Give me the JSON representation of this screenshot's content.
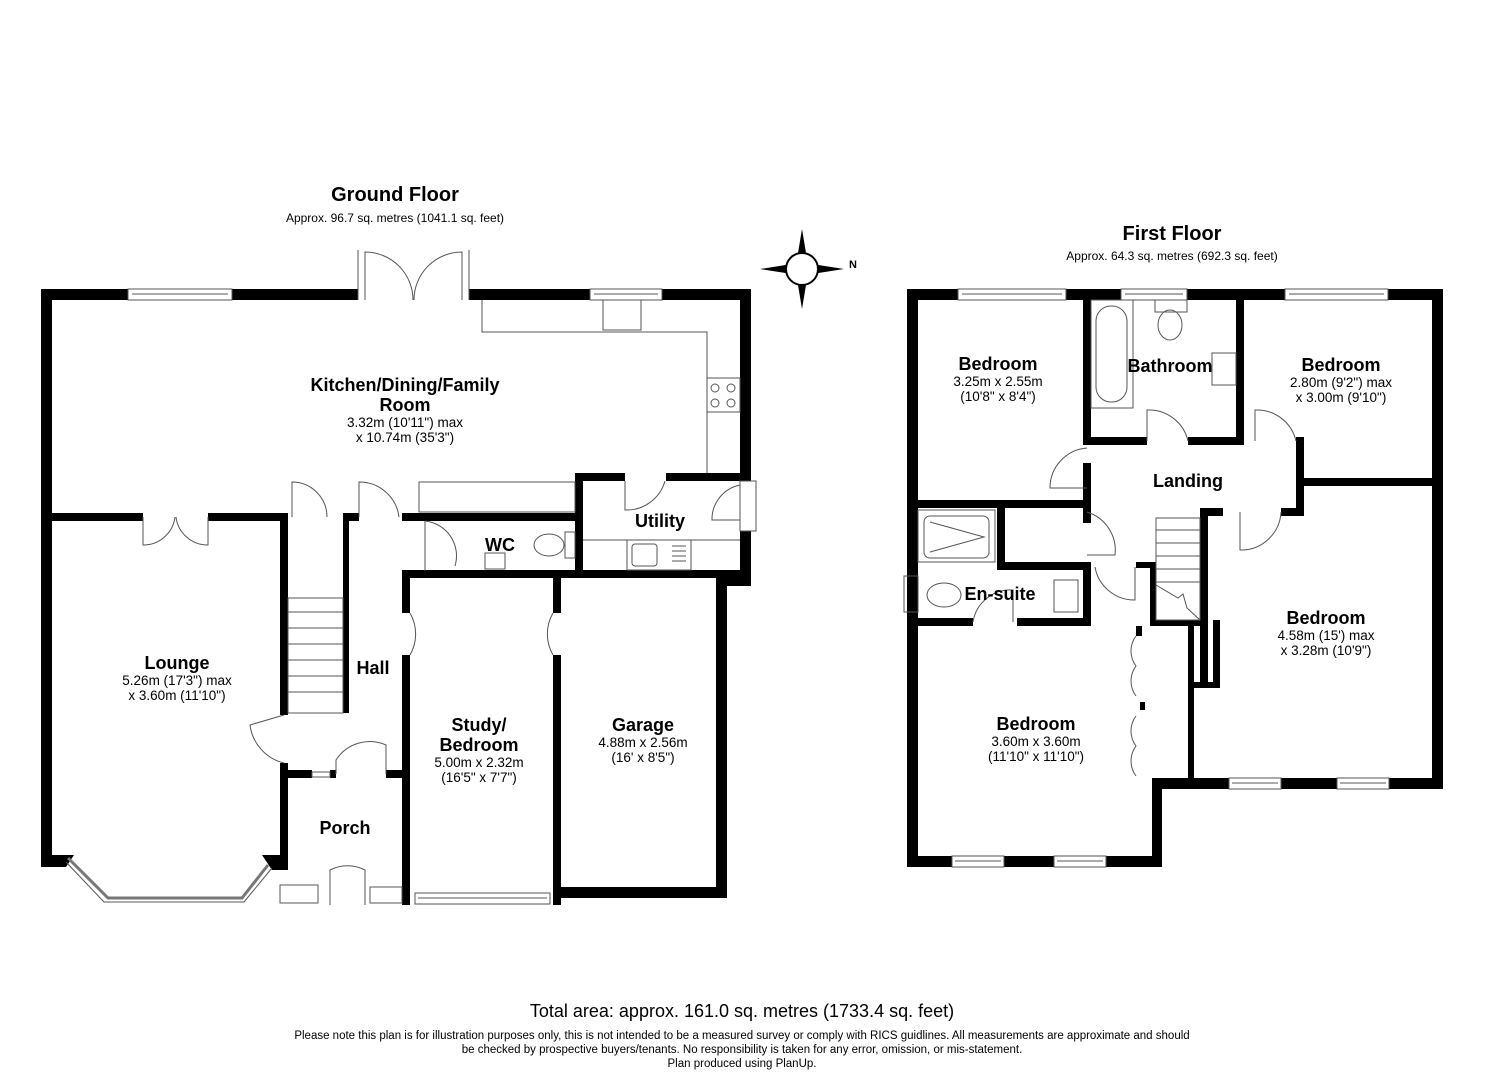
{
  "ground_floor": {
    "title": "Ground Floor",
    "area": "Approx. 96.7 sq. metres (1041.1 sq. feet)",
    "rooms": [
      {
        "name": "Kitchen/Dining/Family",
        "name2": "Room",
        "dim1": "3.32m (10'11\") max",
        "dim2": "x 10.74m (35'3\")"
      },
      {
        "name": "Utility"
      },
      {
        "name": "WC"
      },
      {
        "name": "Lounge",
        "dim1": "5.26m (17'3\") max",
        "dim2": "x 3.60m (11'10\")"
      },
      {
        "name": "Hall"
      },
      {
        "name": "Study/",
        "name2": "Bedroom",
        "dim1": "5.00m x 2.32m",
        "dim2": "(16'5\" x 7'7\")"
      },
      {
        "name": "Garage",
        "dim1": "4.88m x 2.56m",
        "dim2": "(16' x 8'5\")"
      },
      {
        "name": "Porch"
      }
    ]
  },
  "first_floor": {
    "title": "First Floor",
    "area": "Approx. 64.3 sq. metres (692.3 sq. feet)",
    "rooms": [
      {
        "name": "Bedroom",
        "dim1": "3.25m x 2.55m",
        "dim2": "(10'8\" x 8'4\")"
      },
      {
        "name": "Bathroom"
      },
      {
        "name": "Bedroom",
        "dim1": "2.80m (9'2\") max",
        "dim2": "x 3.00m (9'10\")"
      },
      {
        "name": "Landing"
      },
      {
        "name": "En-suite"
      },
      {
        "name": "Bedroom",
        "dim1": "4.58m (15') max",
        "dim2": "x 3.28m (10'9\")"
      },
      {
        "name": "Bedroom",
        "dim1": "3.60m x 3.60m",
        "dim2": "(11'10\" x 11'10\")"
      }
    ]
  },
  "compass": {
    "label": "N",
    "icon": "compass-rose-icon"
  },
  "footer": {
    "total_area": "Total area: approx. 161.0 sq. metres (1733.4 sq. feet)",
    "disclaimer_line1": "Please note this plan is for illustration purposes only, this is not intended to be a measured survey or comply with RICS guidlines. All measurements are approximate and should",
    "disclaimer_line2": "be checked by prospective buyers/tenants. No responsibility is taken for any error, omission, or mis-statement.",
    "disclaimer_line3": "Plan produced using PlanUp."
  },
  "colors": {
    "wall": "#000000",
    "fixture_line": "#555555",
    "background": "#ffffff"
  }
}
